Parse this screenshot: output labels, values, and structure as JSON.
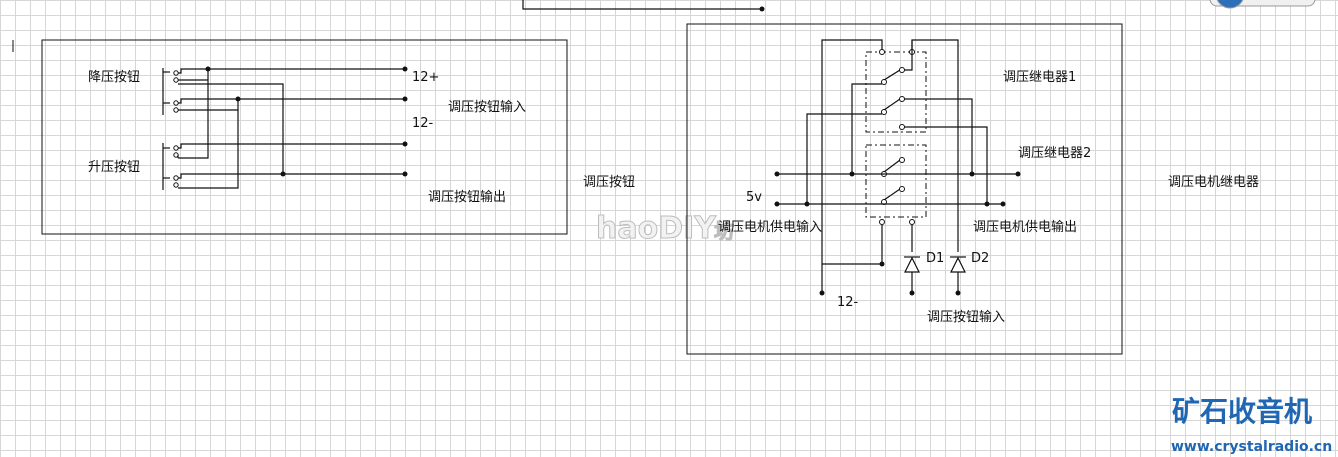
{
  "labels": {
    "down_button": "降压按钮",
    "up_button": "升压按钮",
    "v12_plus": "12+",
    "v12_minus_left": "12-",
    "button_input_left": "调压按钮输入",
    "button_output": "调压按钮输出",
    "button_title": "调压按钮",
    "relay1": "调压继电器1",
    "relay2": "调压继电器2",
    "v5": "5v",
    "motor_supply_in": "调压电机供电输入",
    "motor_supply_out": "调压电机供电输出",
    "d1": "D1",
    "d2": "D2",
    "v12_minus_right": "12-",
    "button_input_right": "调压按钮输入",
    "motor_relay_title": "调压电机继电器"
  },
  "watermark": {
    "text": "haoDIY",
    "suffix": "坊"
  },
  "logo": {
    "title": "矿石收音机",
    "url": "www.crystalradio.cn",
    "color": "#1f66b3"
  }
}
